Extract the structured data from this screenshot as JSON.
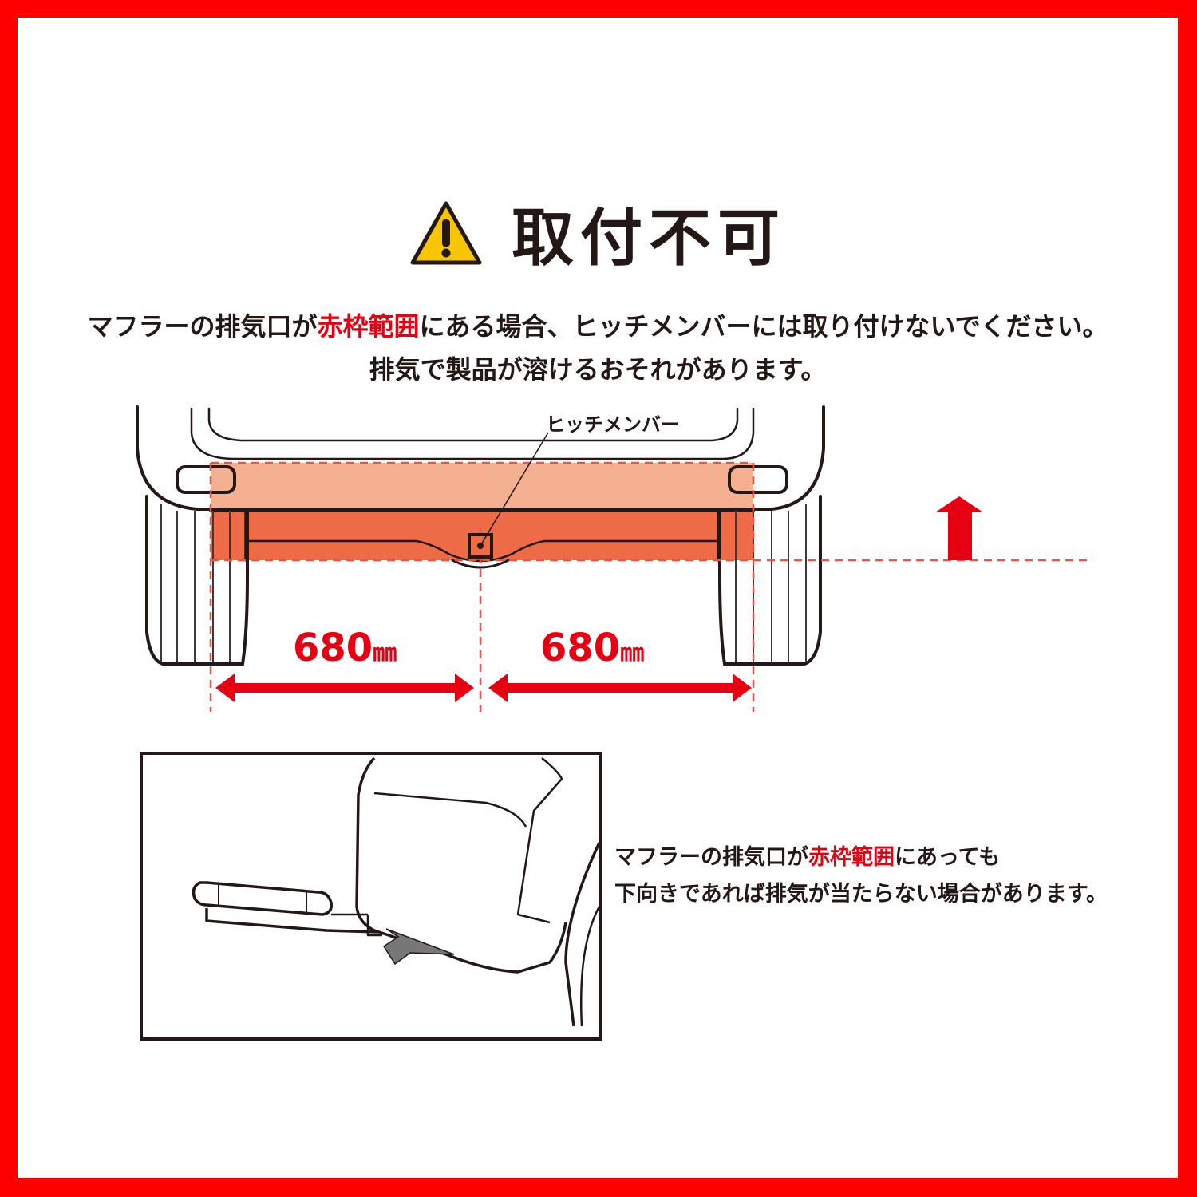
{
  "frame": {
    "border_color": "#ff0000",
    "background": "#ffffff"
  },
  "header": {
    "icon": "warning-triangle-icon",
    "icon_color": "#f7c600",
    "title": "取付不可"
  },
  "main_notice": {
    "line1_before": "マフラーの排気口が",
    "line1_highlight": "赤枠範囲",
    "line1_after": "にある場合、ヒッチメンバーには取り付けないでください。",
    "line2": "排気で製品が溶けるおそれがあります。",
    "highlight_color": "#e60012"
  },
  "rear_diagram": {
    "hitch_member_label": "ヒッチメンバー",
    "left_dimension": {
      "value": "680",
      "unit": "㎜"
    },
    "right_dimension": {
      "value": "680",
      "unit": "㎜"
    },
    "zone_upper_color": "#f5b092",
    "zone_lower_color": "#ee6c45",
    "dash_color": "#e8534a",
    "arrow_icon": "up-arrow-icon",
    "arrow_color": "#e60012"
  },
  "side_note": {
    "line1_before": "マフラーの排気口が",
    "line1_highlight": "赤枠範囲",
    "line1_after": "にあっても",
    "line2": "下向きであれば排気が当たらない場合があります。"
  }
}
